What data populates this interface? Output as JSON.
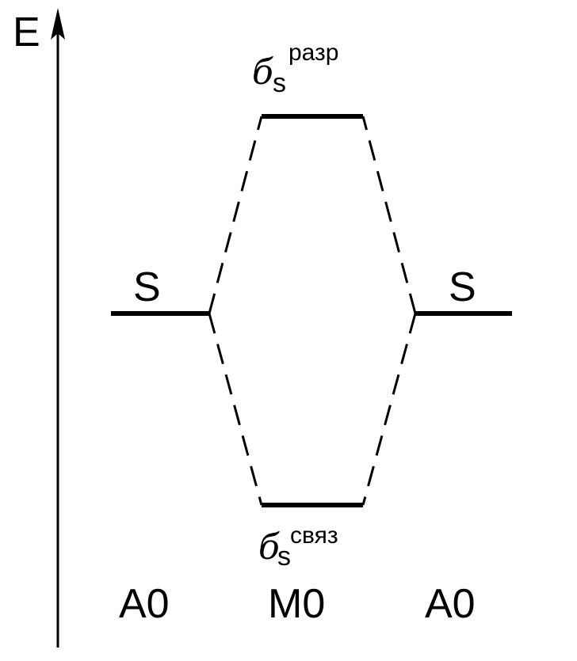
{
  "axis": {
    "label": "E"
  },
  "atomic_orbitals": {
    "left_label": "S",
    "right_label": "S"
  },
  "molecular_orbitals": {
    "antibonding": {
      "symbol": "б",
      "subscript": "s",
      "superscript": "разр"
    },
    "bonding": {
      "symbol": "б",
      "subscript": "s",
      "superscript": "связ"
    }
  },
  "columns": {
    "left": "А0",
    "middle": "М0",
    "right": "А0"
  }
}
